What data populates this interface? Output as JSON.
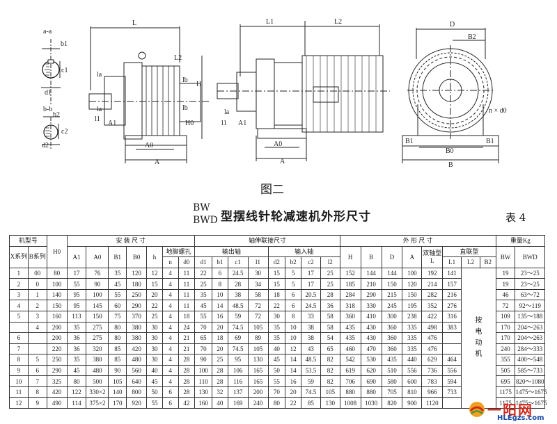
{
  "figure": {
    "caption": "图二",
    "labels": {
      "sec_a": "a-a",
      "sec_b": "b-b",
      "b1": "b1",
      "c1": "c1",
      "d1": "d1",
      "b2": "b2",
      "c2": "c2",
      "d2": "d2",
      "L": "L",
      "L1": "L1",
      "L2": "L2",
      "la": "la",
      "lb": "lb",
      "H": "H",
      "H0": "H0",
      "l1": "l1",
      "A1": "A1",
      "A0": "A0",
      "A": "A",
      "D": "D",
      "B2": "B2",
      "B1": "B1",
      "B0": "B0",
      "B": "B",
      "nxd0": "n × d0"
    }
  },
  "title": {
    "model_bw": "BW",
    "model_bwd": "BWD",
    "text": "型摆线针轮减速机外形尺寸",
    "table_no": "表 4"
  },
  "table": {
    "header": {
      "model_no": "机型号",
      "x_series": "X系列",
      "b_series": "B系列",
      "h0": "H0",
      "install_dims": "安 装 尺 寸",
      "shaft_dims": "轴伸联接尺寸",
      "outline_dims": "外 形 尺 寸",
      "weight": "重量Kg",
      "foot_bolt": "地脚螺孔",
      "output_shaft": "输出轴",
      "input_shaft": "输入轴",
      "dual_shaft": "双轴型 L",
      "direct_type": "直联型",
      "motor_note": "按电动机",
      "cols": {
        "A1": "A1",
        "A0": "A0",
        "B1": "B1",
        "B0": "B0",
        "h": "h",
        "n": "n",
        "d0": "d0",
        "d1": "d1",
        "b1": "b1",
        "c1": "c1",
        "l1": "l1",
        "d2": "d2",
        "b2": "b2",
        "c2": "c2",
        "l2": "l2",
        "H": "H",
        "B": "B",
        "D": "D",
        "A": "A",
        "L1": "L1",
        "L2": "L2",
        "B2": "B2",
        "BW": "BW",
        "BWD": "BWD"
      }
    },
    "rows": [
      [
        "1",
        "00",
        "80",
        "17",
        "76",
        "35",
        "120",
        "12",
        "4",
        "11",
        "22",
        "6",
        "24.5",
        "30",
        "15",
        "5",
        "17",
        "25",
        "152",
        "144",
        "144",
        "100",
        "192",
        "141",
        "19",
        "23～25"
      ],
      [
        "2",
        "0",
        "100",
        "55",
        "90",
        "45",
        "180",
        "15",
        "4",
        "11",
        "25",
        "8",
        "28",
        "34",
        "15",
        "5",
        "17",
        "25",
        "185",
        "210",
        "150",
        "120",
        "214",
        "157",
        "19",
        "23～25"
      ],
      [
        "3",
        "1",
        "140",
        "95",
        "100",
        "55",
        "250",
        "20",
        "4",
        "11",
        "35",
        "10",
        "38",
        "58",
        "18",
        "6",
        "20.5",
        "28",
        "284",
        "290",
        "215",
        "150",
        "282",
        "216",
        "46",
        "63～72"
      ],
      [
        "4",
        "2",
        "150",
        "95",
        "145",
        "60",
        "290",
        "22",
        "4",
        "11",
        "45",
        "14",
        "48.5",
        "72",
        "22",
        "6",
        "24.5",
        "36",
        "318",
        "330",
        "245",
        "195",
        "352",
        "276",
        "72",
        "92～119"
      ],
      [
        "5",
        "3",
        "160",
        "113",
        "150",
        "75",
        "370",
        "25",
        "4",
        "18",
        "55",
        "16",
        "59",
        "72",
        "30",
        "8",
        "33",
        "58",
        "360",
        "410",
        "300",
        "238",
        "422",
        "316",
        "109",
        "135～188"
      ],
      [
        "",
        "4",
        "200",
        "35",
        "275",
        "80",
        "380",
        "30",
        "4",
        "24",
        "70",
        "20",
        "74.5",
        "105",
        "35",
        "10",
        "38",
        "58",
        "435",
        "430",
        "360",
        "335",
        "498",
        "383",
        "170",
        "204～263"
      ],
      [
        "6",
        "",
        "200",
        "36",
        "275",
        "80",
        "380",
        "30",
        "4",
        "21",
        "65",
        "18",
        "69",
        "89",
        "35",
        "10",
        "38",
        "54",
        "435",
        "430",
        "360",
        "335",
        "476",
        "",
        "170",
        "204～263"
      ],
      [
        "7",
        "",
        "220",
        "36",
        "320",
        "85",
        "420",
        "30",
        "4",
        "21",
        "70",
        "20",
        "74.5",
        "105",
        "40",
        "12",
        "43",
        "65",
        "460",
        "470",
        "360",
        "335",
        "476",
        "",
        "240",
        "284～333"
      ],
      [
        "8",
        "5",
        "250",
        "35",
        "380",
        "85",
        "480",
        "30",
        "4",
        "28",
        "90",
        "25",
        "95",
        "130",
        "45",
        "14",
        "48.5",
        "82",
        "542",
        "530",
        "435",
        "440",
        "629",
        "464",
        "355",
        "400～548"
      ],
      [
        "9",
        "6",
        "290",
        "45",
        "480",
        "90",
        "560",
        "40",
        "4",
        "28",
        "100",
        "28",
        "106",
        "165",
        "50",
        "14",
        "53.5",
        "82",
        "619",
        "620",
        "510",
        "556",
        "736",
        "556",
        "505",
        "585～733"
      ],
      [
        "10",
        "7",
        "325",
        "80",
        "500",
        "105",
        "640",
        "45",
        "4",
        "28",
        "110",
        "28",
        "116",
        "165",
        "55",
        "16",
        "59",
        "82",
        "706",
        "690",
        "580",
        "600",
        "783",
        "594",
        "695",
        "820～1080"
      ],
      [
        "11",
        "8",
        "420",
        "122",
        "330×2",
        "140",
        "800",
        "50",
        "6",
        "28",
        "130",
        "32",
        "137",
        "200",
        "70",
        "20",
        "74.5",
        "105",
        "880",
        "880",
        "705",
        "810",
        "966",
        "733",
        "1175",
        "1475～1675"
      ],
      [
        "12",
        "9",
        "490",
        "114",
        "375×2",
        "170",
        "920",
        "55",
        "6",
        "42",
        "160",
        "40",
        "169",
        "240",
        "80",
        "22",
        "85",
        "130",
        "1008",
        "1030",
        "820",
        "900",
        "1120",
        "",
        "1175",
        "1475～1675"
      ]
    ]
  },
  "logo": {
    "name_cn": "一阳网",
    "url_text": "HLEgzs.com",
    "colors": {
      "red": "#d22a1e",
      "blue": "#1a4aa5",
      "orange": "#f0a020",
      "green": "#3a9a3a"
    }
  }
}
